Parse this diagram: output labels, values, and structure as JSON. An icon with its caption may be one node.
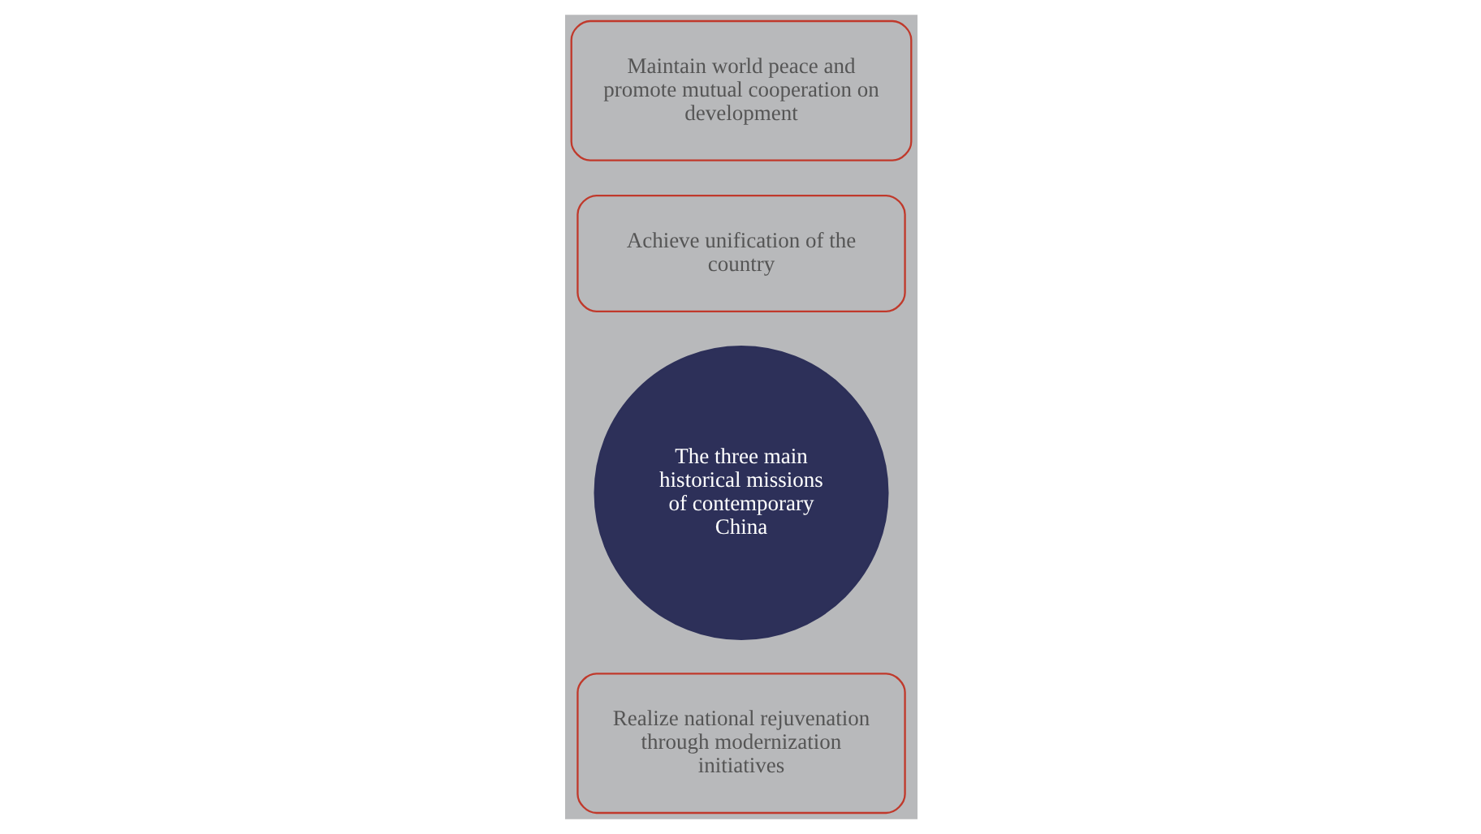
{
  "diagram": {
    "nodes": [
      {
        "text": [
          "Realize national rejuvenation through modernization initiatives"
        ]
      },
      {
        "text": [
          "The three main historical missions of contemporary China"
        ]
      },
      {
        "text": [
          "Achieve unification of the country"
        ]
      },
      {
        "text": [
          "Maintain world peace and promote mutual cooperation on development"
        ]
      }
    ]
  }
}
